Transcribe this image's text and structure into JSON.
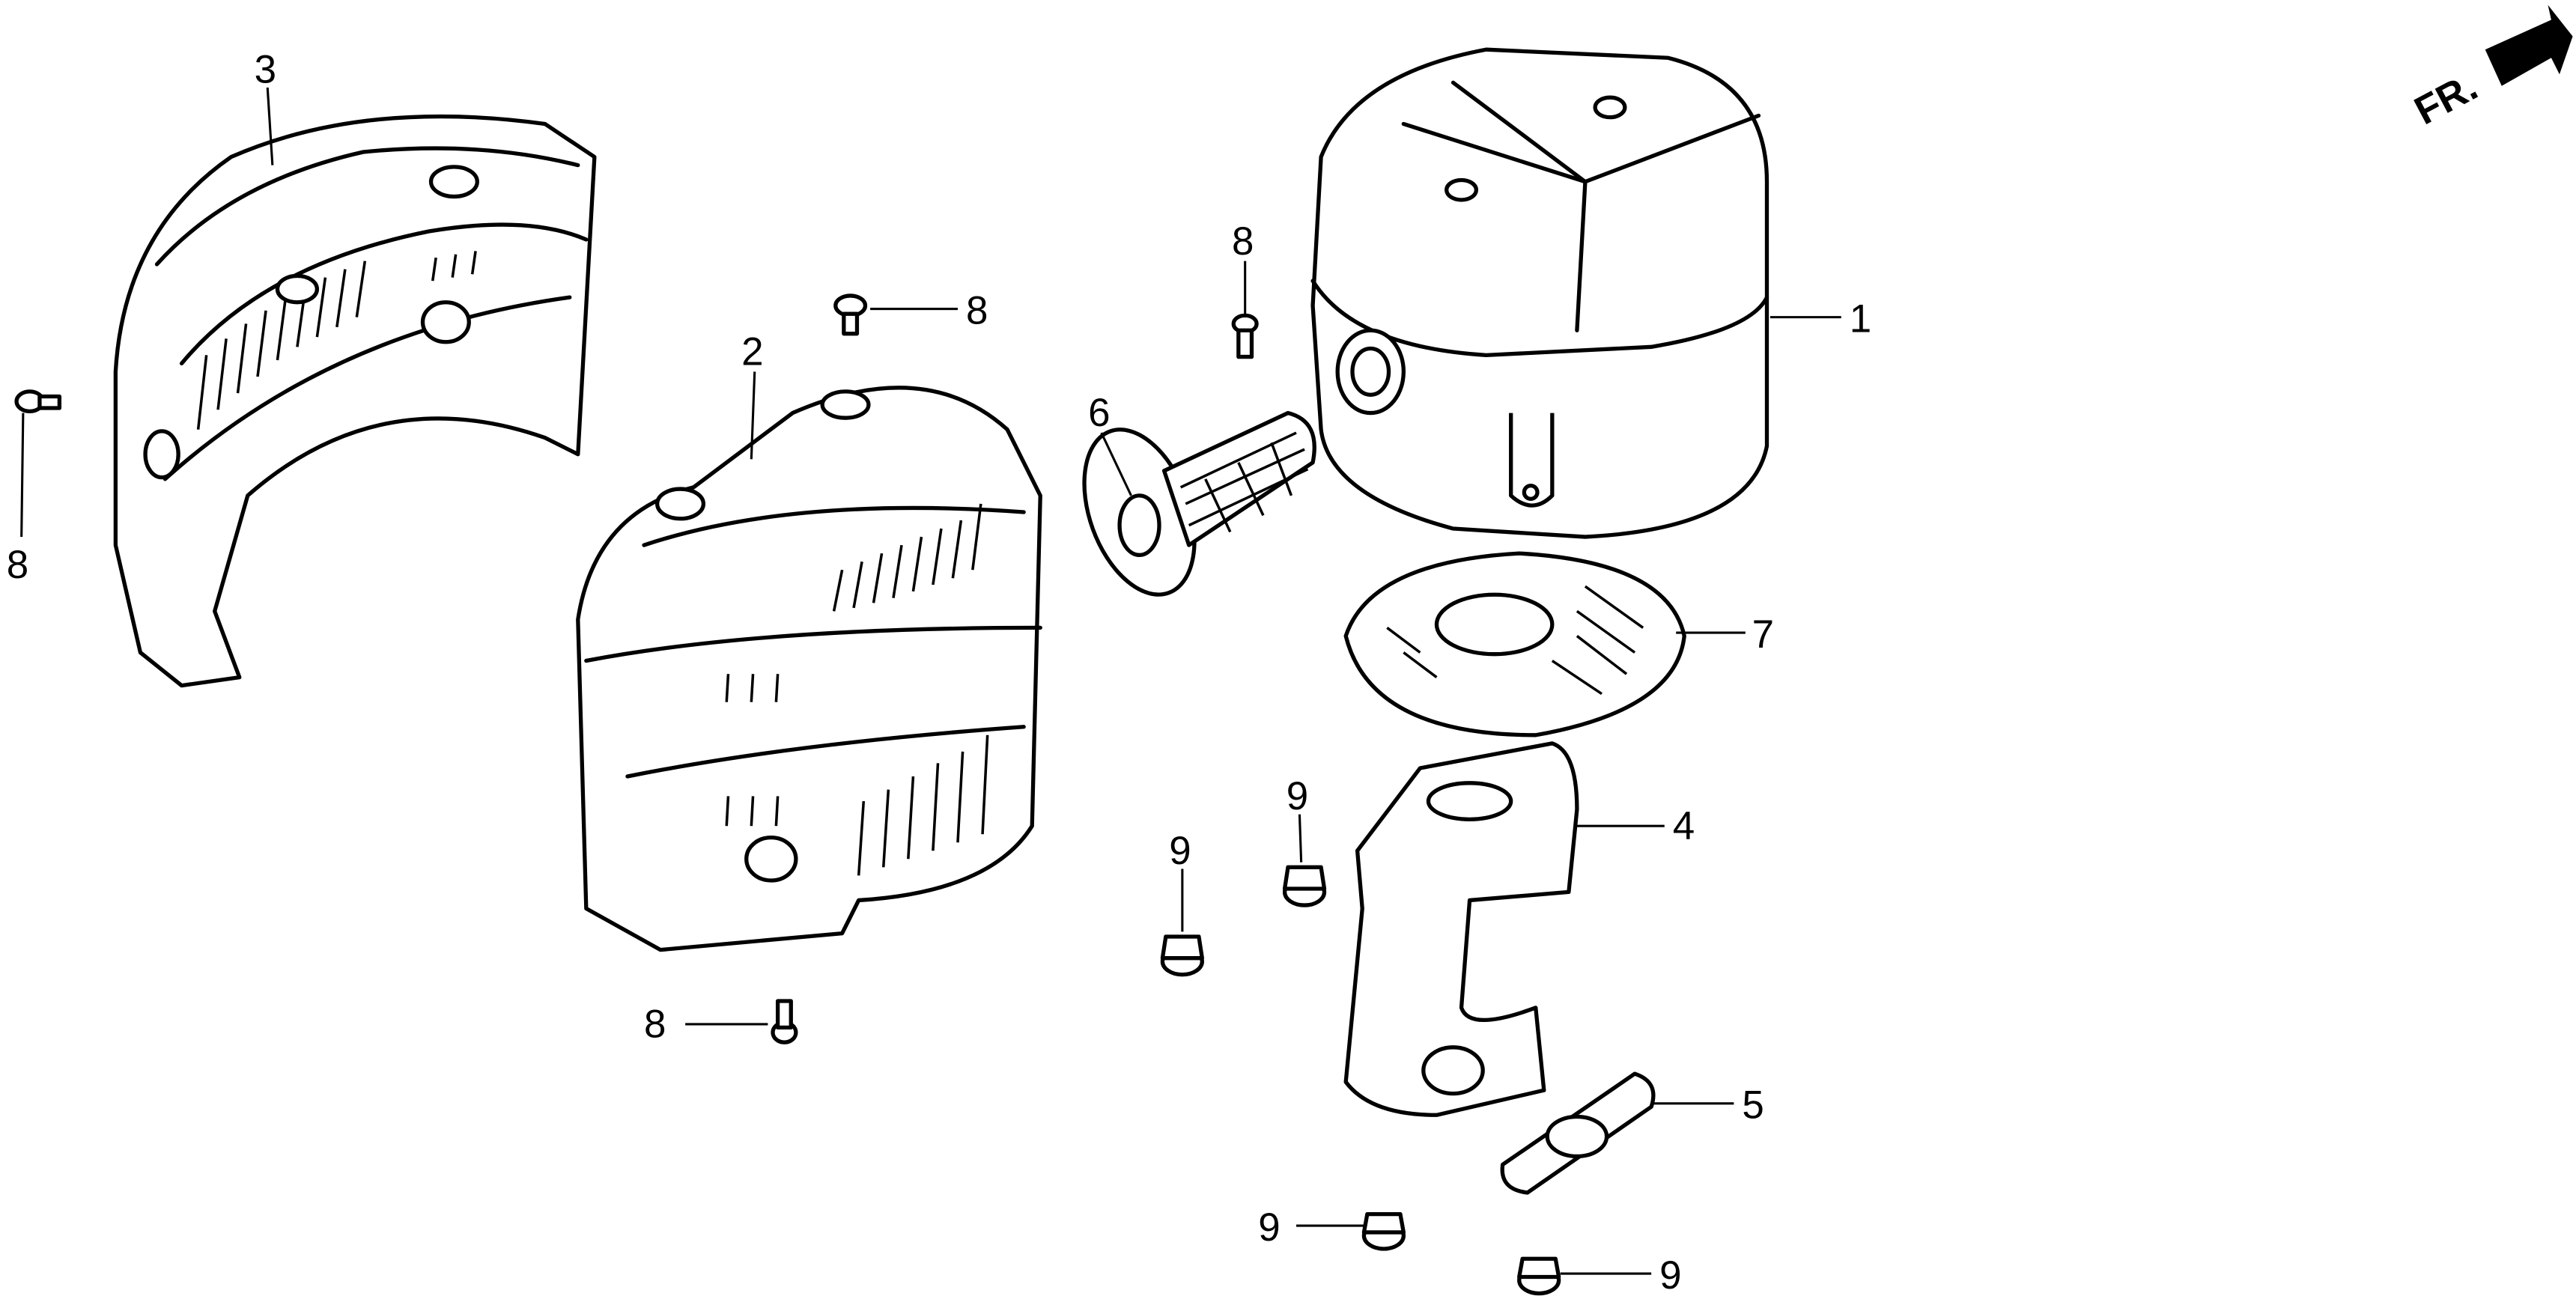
{
  "diagram": {
    "direction_indicator": "FR.",
    "callouts": [
      {
        "id": "c1",
        "label": "1",
        "part": "muffler"
      },
      {
        "id": "c2",
        "label": "2",
        "part": "muffler-protector"
      },
      {
        "id": "c3",
        "label": "3",
        "part": "muffler-cover"
      },
      {
        "id": "c4",
        "label": "4",
        "part": "exhaust-pipe"
      },
      {
        "id": "c5",
        "label": "5",
        "part": "exhaust-gasket"
      },
      {
        "id": "c6",
        "label": "6",
        "part": "spark-arrester"
      },
      {
        "id": "c7",
        "label": "7",
        "part": "muffler-gasket"
      },
      {
        "id": "c8a",
        "label": "8",
        "part": "flange-bolt"
      },
      {
        "id": "c8b",
        "label": "8",
        "part": "flange-bolt"
      },
      {
        "id": "c8c",
        "label": "8",
        "part": "flange-bolt"
      },
      {
        "id": "c8d",
        "label": "8",
        "part": "flange-bolt"
      },
      {
        "id": "c9a",
        "label": "9",
        "part": "flange-nut"
      },
      {
        "id": "c9b",
        "label": "9",
        "part": "flange-nut"
      },
      {
        "id": "c9c",
        "label": "9",
        "part": "flange-nut"
      },
      {
        "id": "c9d",
        "label": "9",
        "part": "flange-nut"
      }
    ],
    "line_color": "#000000",
    "background": "#ffffff"
  }
}
